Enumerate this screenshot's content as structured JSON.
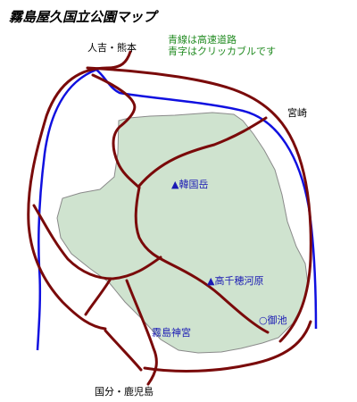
{
  "title": "霧島屋久国立公園マップ",
  "legend": {
    "line1": "青線は高速道路",
    "line2": "青字はクリッカブルです"
  },
  "destinations": {
    "north": "人吉・熊本",
    "east": "宮崎",
    "south": "国分・鹿児島"
  },
  "places": {
    "karakunidake": "▲韓国岳",
    "takachiho": "▲高千穂河原",
    "jingu": "霧島神宮",
    "mi_ike": "○御池"
  },
  "colors": {
    "park_area": "#cfe3cf",
    "road": "#7a0a0a",
    "highway": "#1010e0",
    "legend_text": "#228b22",
    "clickable_text": "#1a1ab4"
  }
}
